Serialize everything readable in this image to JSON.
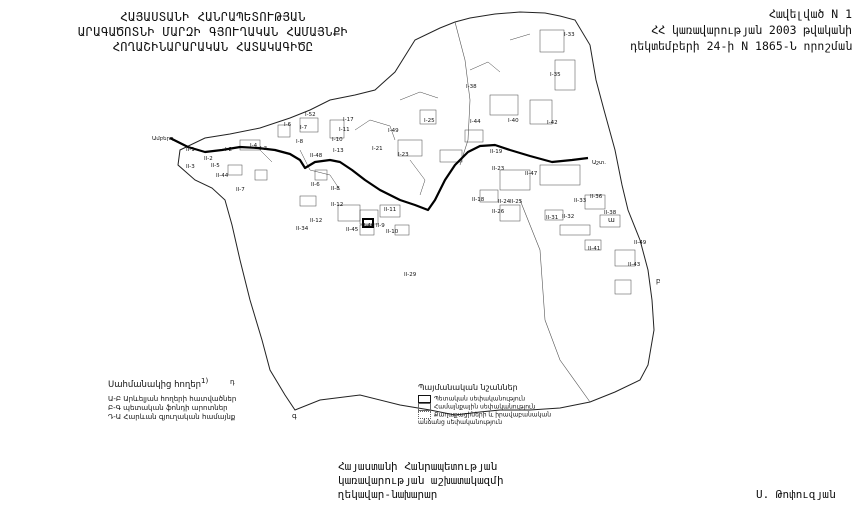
{
  "header": {
    "title_lines": [
      "ՀԱՅԱՍՏԱՆԻ ՀԱՆՐԱՊԵՏՈՒԹՅԱՆ",
      "ԱՐԱԳԱԾՈՏՆԻ ՄԱՐԶԻ ԳՅՈՒՂԱԿԱՆ ՀԱՄԱՅՆՔԻ",
      "ՀՈՂԱՇԻՆԱՐԱՐԱԿԱՆ ՀԱՏԱԿԱԳԻԾԸ"
    ],
    "appendix_lines": [
      "Հավելված N 1",
      "ՀՀ կառավարության 2003 թվականի",
      "դեկտեմբերի 24-ի N 1865-Ն որոշման"
    ]
  },
  "legend_left": {
    "heading": "Սահմանակից հողեր",
    "footnote": "1)",
    "items": [
      "Ա-Բ Արևելյան հողերի հատվածներ",
      "Բ-Գ պետական ֆոնդի արոտներ",
      "Դ-Ա Հարևան գյուղական համայնք"
    ],
    "letter_d": "դ",
    "letter_a": "ա",
    "letter_g": "գ",
    "letter_b": "բ"
  },
  "legend_right": {
    "heading": "Պայմանական նշաններ",
    "items": [
      "Պետական սեփականություն",
      "Համայնքային սեփականություն",
      "Քաղաքացիների և իրավաբանական անձանց սեփականություն"
    ]
  },
  "map": {
    "road_label_left": "Ամբերդ",
    "road_label_right": "Աշտ.",
    "parcel_labels": [
      "I-33",
      "I-35",
      "I-38",
      "I-40",
      "I-42",
      "I-44",
      "I-25",
      "I-49",
      "I-52",
      "I-17",
      "I-6",
      "I-7",
      "I-11",
      "I-4",
      "I-3",
      "I-2",
      "I-8",
      "I-10",
      "I-13",
      "I-21",
      "I-23",
      "II-1",
      "II-2",
      "II-3",
      "II-5",
      "II-7",
      "II-44",
      "II-48",
      "II-6",
      "II-8",
      "II-12",
      "II-19",
      "II-23",
      "II-47",
      "II-18",
      "II-24",
      "II-25",
      "II-26",
      "II-32",
      "II-31",
      "II-33",
      "II-36",
      "II-38",
      "II-41",
      "II-43",
      "II-45",
      "II-46",
      "II-9",
      "II-10",
      "II-11",
      "II-12",
      "II-34",
      "II-29",
      "II-49"
    ]
  },
  "footer": {
    "left_lines": [
      "Հայաստանի Հանրապետության",
      "կառավարության աշխատակազմի",
      "ղեկավար-նախարար"
    ],
    "signature": "Ս. Թոփուզյան"
  }
}
